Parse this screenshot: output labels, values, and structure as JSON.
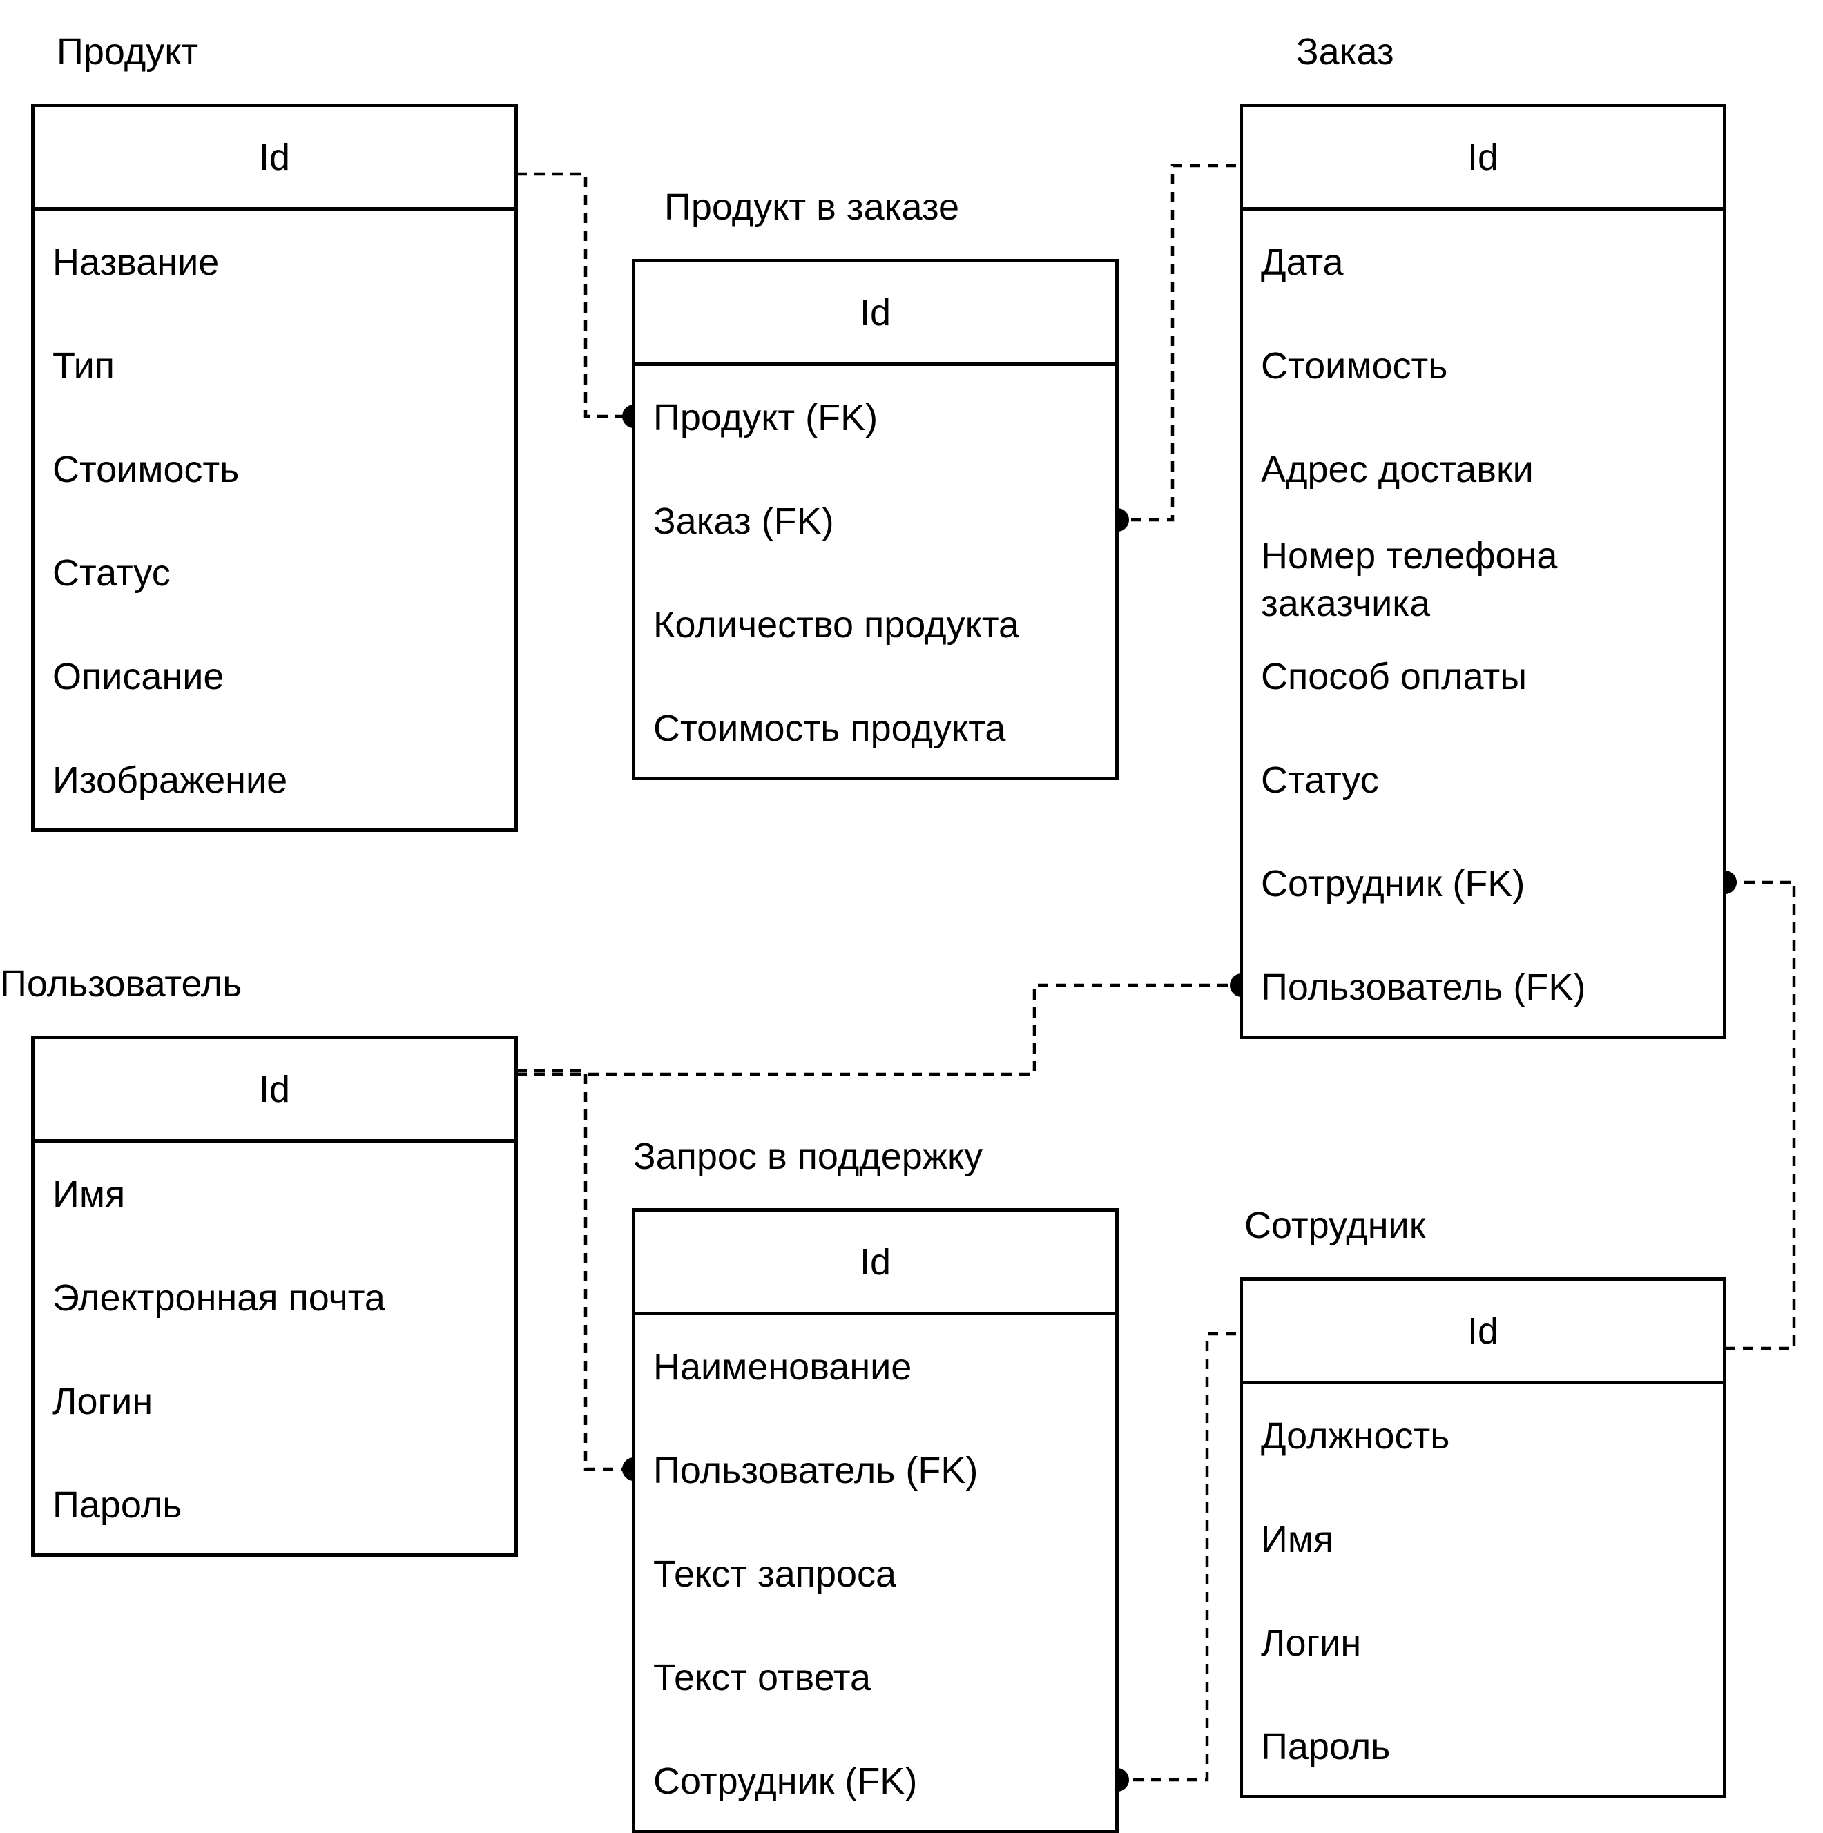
{
  "entities": {
    "product": {
      "title": "Продукт",
      "pk": "Id",
      "fields": [
        "Название",
        "Тип",
        "Стоимость",
        "Статус",
        "Описание",
        "Изображение"
      ]
    },
    "product_in_order": {
      "title": "Продукт в заказе",
      "pk": "Id",
      "fields": [
        "Продукт (FK)",
        "Заказ (FK)",
        "Количество продукта",
        "Стоимость продукта"
      ]
    },
    "order": {
      "title": "Заказ",
      "pk": "Id",
      "fields": [
        "Дата",
        "Стоимость",
        "Адрес доставки",
        "Номер телефона заказчика",
        "Способ оплаты",
        "Статус",
        "Сотрудник (FK)",
        "Пользователь (FK)"
      ]
    },
    "user": {
      "title": "Пользователь",
      "pk": "Id",
      "fields": [
        "Имя",
        "Электронная почта",
        "Логин",
        "Пароль"
      ]
    },
    "support_request": {
      "title": "Запрос в поддержку",
      "pk": "Id",
      "fields": [
        "Наименование",
        "Пользователь (FK)",
        "Текст запроса",
        "Текст ответа",
        "Сотрудник (FK)"
      ]
    },
    "employee": {
      "title": "Сотрудник",
      "pk": "Id",
      "fields": [
        "Должность",
        "Имя",
        "Логин",
        "Пароль"
      ]
    }
  },
  "relationships": [
    {
      "from": "product.Id",
      "to": "product_in_order.Продукт (FK)"
    },
    {
      "from": "order.Id",
      "to": "product_in_order.Заказ (FK)"
    },
    {
      "from": "user.Id",
      "to": "order.Пользователь (FK)"
    },
    {
      "from": "user.Id",
      "to": "support_request.Пользователь (FK)"
    },
    {
      "from": "employee.Id",
      "to": "order.Сотрудник (FK)"
    },
    {
      "from": "employee.Id",
      "to": "support_request.Сотрудник (FK)"
    }
  ]
}
